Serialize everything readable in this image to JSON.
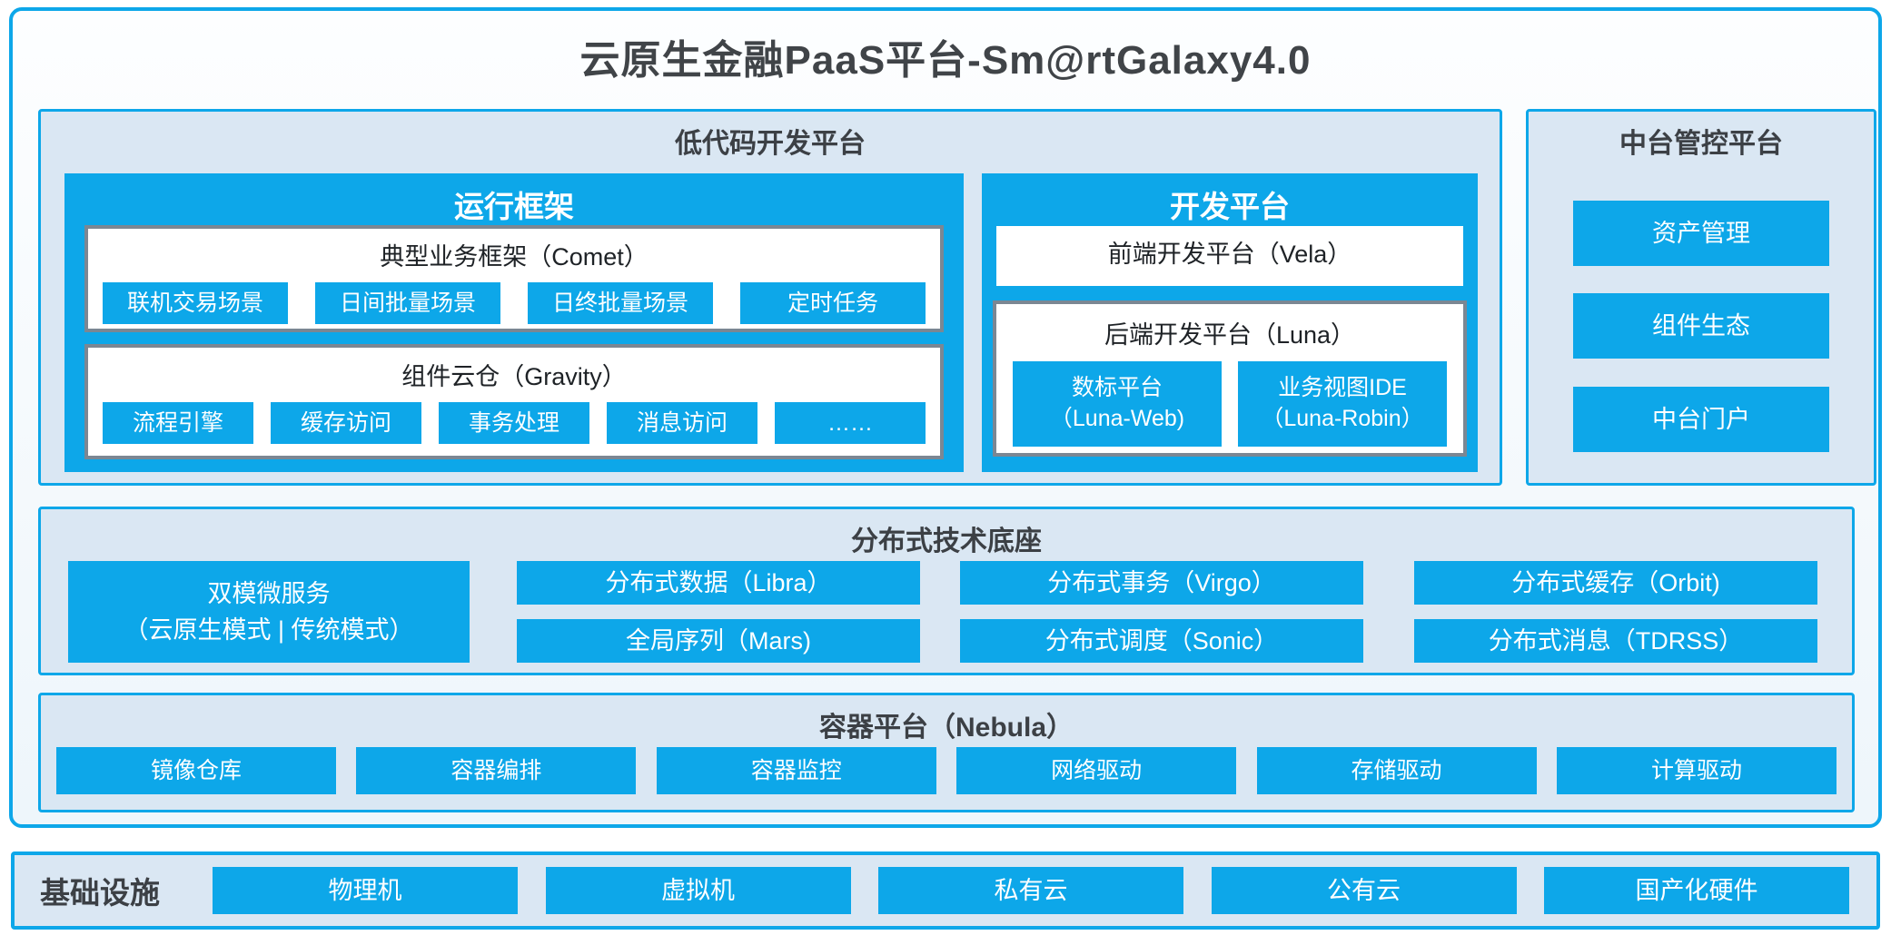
{
  "title": "云原生金融PaaS平台-Sm@rtGalaxy4.0",
  "colors": {
    "accent_blue": "#0da7e9",
    "panel_light_blue": "#dae7f3",
    "gray_box_border": "#7b8793",
    "dark_text": "#3c4045",
    "white_text": "#ffffff"
  },
  "lowcode": {
    "header": "低代码开发平台",
    "runtime": {
      "header": "运行框架",
      "comet": {
        "title": "典型业务框架（Comet）",
        "items": [
          "联机交易场景",
          "日间批量场景",
          "日终批量场景",
          "定时任务"
        ]
      },
      "gravity": {
        "title": "组件云仓（Gravity）",
        "items": [
          "流程引擎",
          "缓存访问",
          "事务处理",
          "消息访问",
          "……"
        ]
      }
    },
    "dev": {
      "header": "开发平台",
      "vela_title": "前端开发平台（Vela）",
      "luna": {
        "title": "后端开发平台（Luna）",
        "items": [
          {
            "line1": "数标平台",
            "line2": "（Luna-Web)"
          },
          {
            "line1": "业务视图IDE",
            "line2": "（Luna-Robin）"
          }
        ]
      }
    }
  },
  "midplatform": {
    "header": "中台管控平台",
    "items": [
      "资产管理",
      "组件生态",
      "中台门户"
    ]
  },
  "distributed": {
    "header": "分布式技术底座",
    "dual_mode": {
      "line1": "双模微服务",
      "line2": "（云原生模式 | 传统模式）"
    },
    "columns": [
      {
        "top": "分布式数据（Libra）",
        "bottom": "全局序列（Mars)"
      },
      {
        "top": "分布式事务（Virgo）",
        "bottom": "分布式调度（Sonic）"
      },
      {
        "top": "分布式缓存（Orbit)",
        "bottom": "分布式消息（TDRSS）"
      }
    ]
  },
  "container": {
    "header": "容器平台（Nebula）",
    "items": [
      "镜像仓库",
      "容器编排",
      "容器监控",
      "网络驱动",
      "存储驱动",
      "计算驱动"
    ]
  },
  "infrastructure": {
    "label": "基础设施",
    "items": [
      "物理机",
      "虚拟机",
      "私有云",
      "公有云",
      "国产化硬件"
    ]
  }
}
